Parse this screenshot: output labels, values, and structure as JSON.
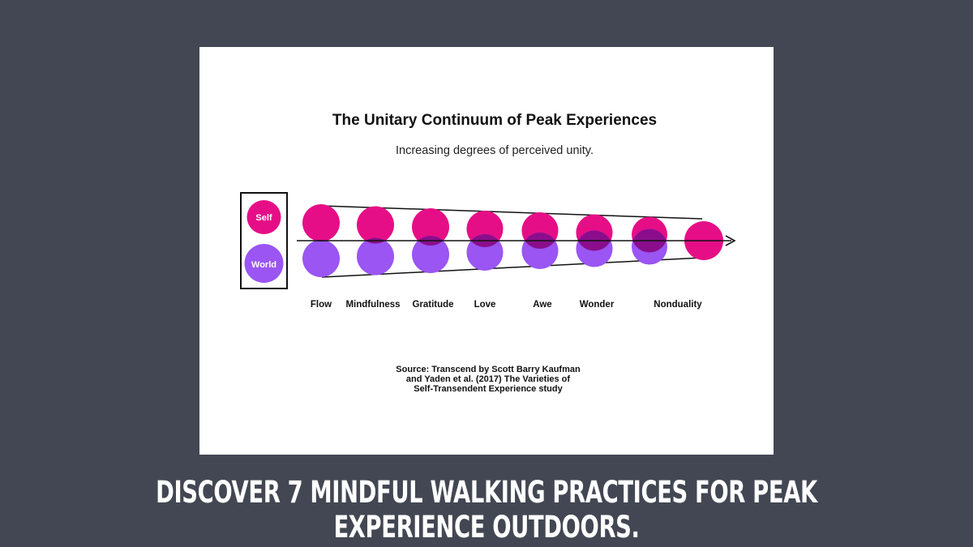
{
  "diagram": {
    "title": "The Unitary Continuum of Peak Experiences",
    "subtitle": "Increasing degrees of perceived unity.",
    "legend": {
      "self_label": "Self",
      "world_label": "World"
    },
    "stages": [
      "Flow",
      "Mindfulness",
      "Gratitude",
      "Love",
      "Awe",
      "Wonder",
      "Nonduality"
    ],
    "source_lines": [
      "Source: Transcend by Scott Barry Kaufman",
      "and Yaden et al. (2017) The Varieties of",
      "Self-Transendent Experience study"
    ],
    "colors": {
      "self": "#e60e86",
      "world": "#9a55f2",
      "overlap": "#8a0e8c"
    },
    "arrow_icon": "arrow-right-icon"
  },
  "caption": "DISCOVER 7 MINDFUL WALKING PRACTICES FOR PEAK EXPERIENCE OUTDOORS."
}
